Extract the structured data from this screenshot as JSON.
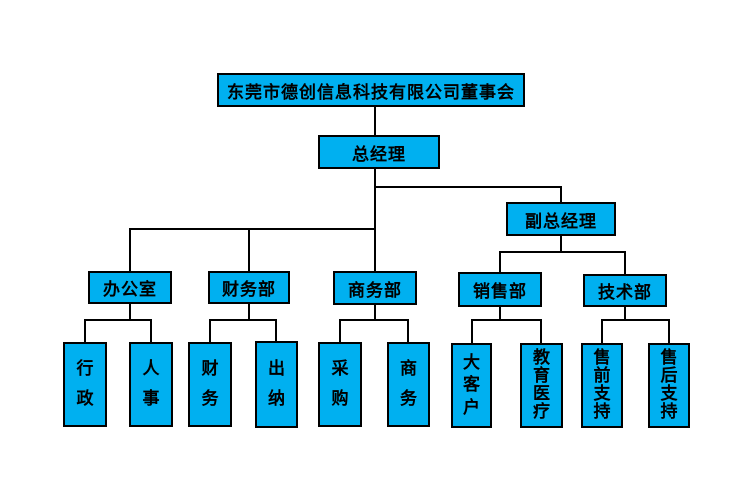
{
  "chart": {
    "type": "org-chart",
    "colors": {
      "background": "#FFFFFF",
      "box_fill": "#00B0F0",
      "box_border": "#000000",
      "line": "#000000",
      "text": "#000000"
    },
    "nodes": {
      "board": {
        "label": "东莞市德创信息科技有限公司董事会"
      },
      "gm": {
        "label": "总经理"
      },
      "dgm": {
        "label": "副总经理"
      },
      "office": {
        "label": "办公室"
      },
      "finance_dept": {
        "label": "财务部"
      },
      "business_dept": {
        "label": "商务部"
      },
      "sales_dept": {
        "label": "销售部"
      },
      "tech_dept": {
        "label": "技术部"
      },
      "admin": {
        "label": "行政"
      },
      "hr": {
        "label": "人事"
      },
      "finance": {
        "label": "财务"
      },
      "cashier": {
        "label": "出纳"
      },
      "purchasing": {
        "label": "采购"
      },
      "business": {
        "label": "商务"
      },
      "key_account": {
        "label": "大客户"
      },
      "edu_medical": {
        "label": "教育医疗"
      },
      "presales_support": {
        "label": "售前支持"
      },
      "aftersales_support": {
        "label": "售后支持"
      }
    },
    "edges": [
      [
        "board",
        "gm"
      ],
      [
        "gm",
        "dgm"
      ],
      [
        "gm",
        "office"
      ],
      [
        "gm",
        "finance_dept"
      ],
      [
        "gm",
        "business_dept"
      ],
      [
        "dgm",
        "sales_dept"
      ],
      [
        "dgm",
        "tech_dept"
      ],
      [
        "office",
        "admin"
      ],
      [
        "office",
        "hr"
      ],
      [
        "finance_dept",
        "finance"
      ],
      [
        "finance_dept",
        "cashier"
      ],
      [
        "business_dept",
        "purchasing"
      ],
      [
        "business_dept",
        "business"
      ],
      [
        "sales_dept",
        "key_account"
      ],
      [
        "sales_dept",
        "edu_medical"
      ],
      [
        "tech_dept",
        "presales_support"
      ],
      [
        "tech_dept",
        "aftersales_support"
      ]
    ]
  }
}
